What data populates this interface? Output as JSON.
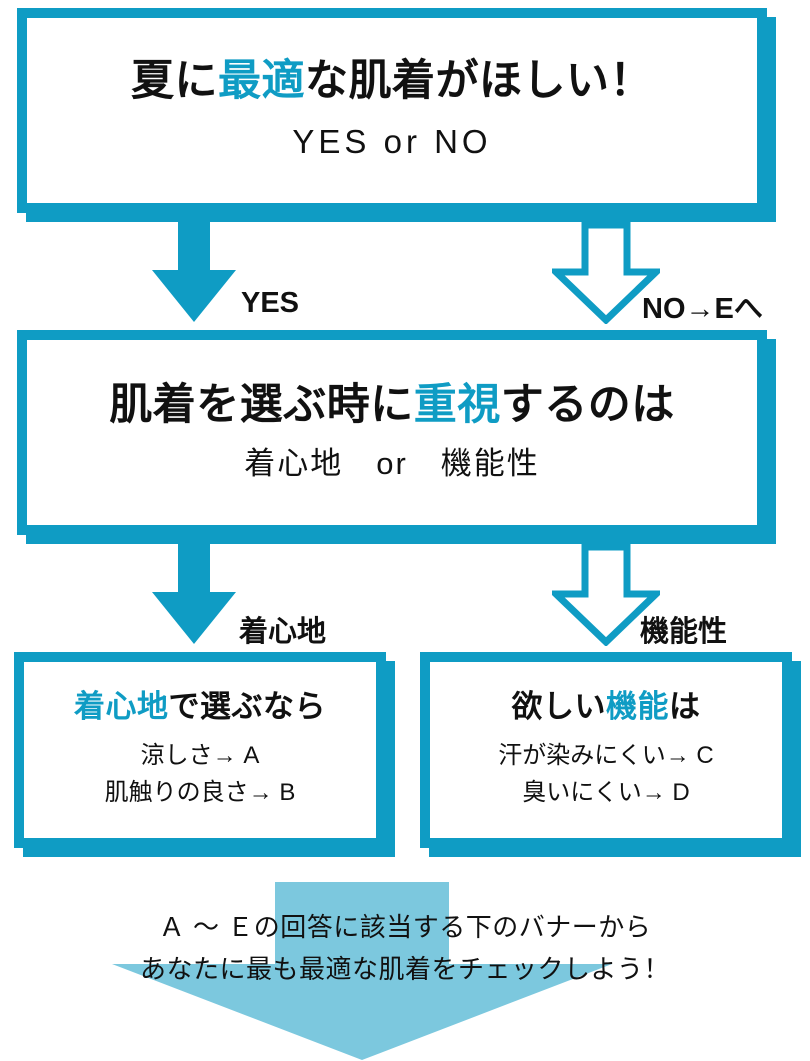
{
  "colors": {
    "accent": "#0f9cc4",
    "accent_light": "#7cc8de",
    "text": "#111111",
    "background": "#ffffff"
  },
  "flowchart": {
    "question_1": {
      "title_pre": "夏に",
      "title_highlight": "最適",
      "title_post": "な肌着がほしい！",
      "subtitle": "YES  or  NO"
    },
    "question_2": {
      "title_pre": "肌着を選ぶ時に",
      "title_highlight": "重視",
      "title_post": "するのは",
      "subtitle": "着心地　or　機能性"
    },
    "result_left": {
      "title_pre": "",
      "title_highlight": "着心地",
      "title_post": "で選ぶなら",
      "line_1": "涼しさ→ A",
      "line_2": "肌触りの良さ→ B"
    },
    "result_right": {
      "title_pre": "欲しい",
      "title_highlight": "機能",
      "title_post": "は",
      "line_1": "汗が染みにくい→ C",
      "line_2": "臭いにくい→ D"
    },
    "arrows": {
      "yes": {
        "label": "YES",
        "style": "solid"
      },
      "no": {
        "label": "NO→Eへ",
        "style": "outline"
      },
      "comfort": {
        "label": "着心地",
        "style": "solid"
      },
      "function": {
        "label": "機能性",
        "style": "outline"
      }
    },
    "footer": {
      "line_1": "Ａ 〜 Ｅの回答に該当する下のバナーから",
      "line_2": "あなたに最も最適な肌着をチェックしよう！"
    }
  }
}
